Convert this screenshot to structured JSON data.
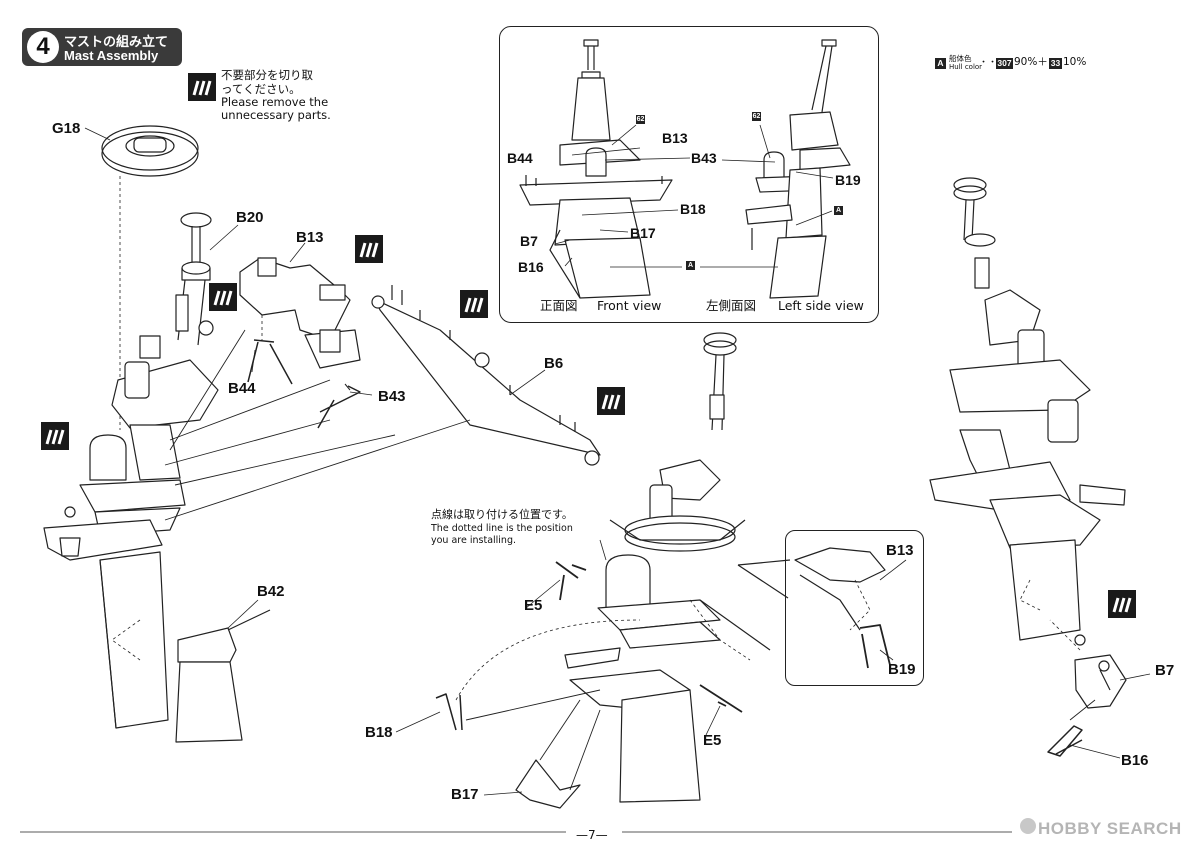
{
  "header": {
    "step_number": "4",
    "title_jp": "マストの組み立て",
    "title_en": "Mast Assembly"
  },
  "notes": {
    "remove_jp_line1": "不要部分を切り取",
    "remove_jp_line2": "ってください。",
    "remove_en_line1": "Please remove the",
    "remove_en_line2": "unnecessary parts.",
    "dotted_jp": "点線は取り付ける位置です。",
    "dotted_en_line1": "The dotted line is the position",
    "dotted_en_line2": "you are installing."
  },
  "color_legend": {
    "code": "A",
    "label_jp": "船体色",
    "label_en": "Hull color",
    "dots": "・・・",
    "paint1": "307",
    "pct1": "90%＋",
    "paint2": "33",
    "pct2": "10%"
  },
  "inset": {
    "front_view_jp": "正面図",
    "front_view_en": "Front view",
    "side_view_jp": "左側面図",
    "side_view_en": "Left side view",
    "labels": {
      "chip62_front": "62",
      "b13": "B13",
      "b44": "B44",
      "b43": "B43",
      "b18": "B18",
      "b17": "B17",
      "b7": "B7",
      "b16": "B16",
      "a_center": "A",
      "chip62_side": "62",
      "b19": "B19",
      "a_side": "A"
    }
  },
  "parts": {
    "g18": "G18",
    "b20": "B20",
    "b13": "B13",
    "b44": "B44",
    "b43": "B43",
    "b6": "B6",
    "b42": "B42",
    "e5_left": "E5",
    "e5_right": "E5",
    "b18": "B18",
    "b17": "B17",
    "detail_b13": "B13",
    "detail_b19": "B19",
    "b7": "B7",
    "b16": "B16"
  },
  "footer": {
    "page": "—7—",
    "watermark": "HOBBY SEARCH"
  }
}
